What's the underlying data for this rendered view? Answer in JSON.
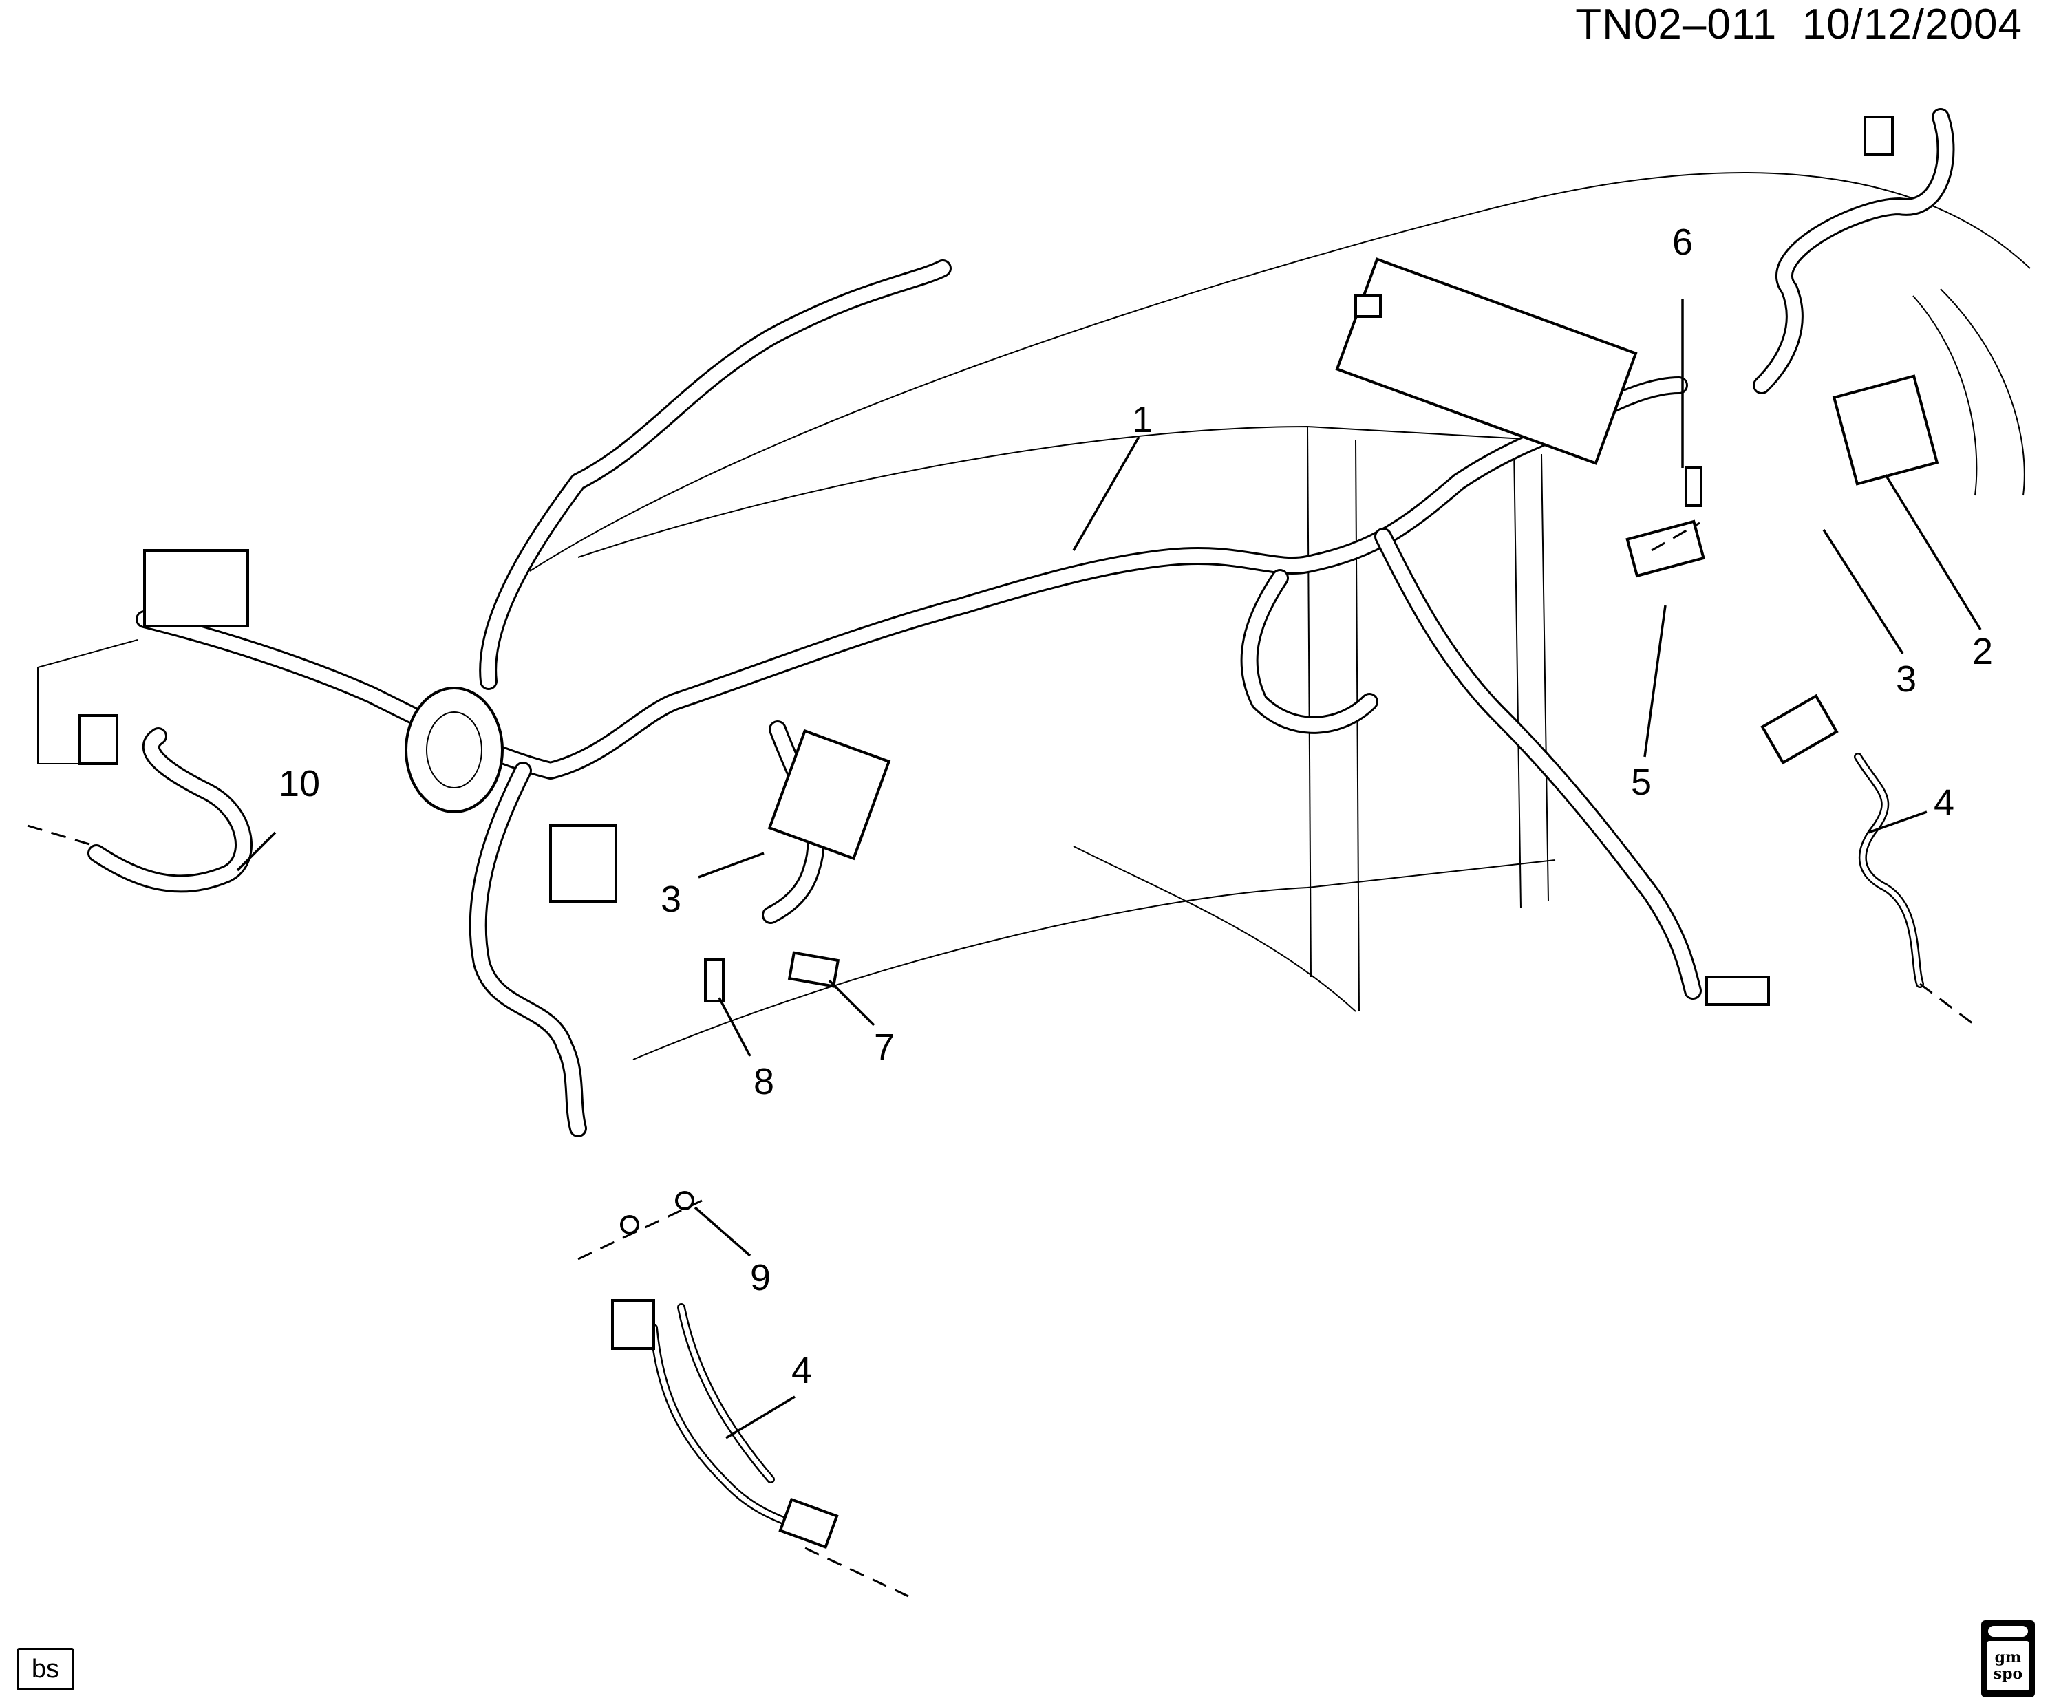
{
  "header": {
    "code": "TN02–011",
    "date": "10/12/2004"
  },
  "callouts": [
    "1",
    "2",
    "3",
    "3",
    "4",
    "4",
    "5",
    "6",
    "7",
    "8",
    "9",
    "10"
  ],
  "corner_badge": "bs",
  "logo": {
    "line1": "gm",
    "line2": "spo"
  }
}
